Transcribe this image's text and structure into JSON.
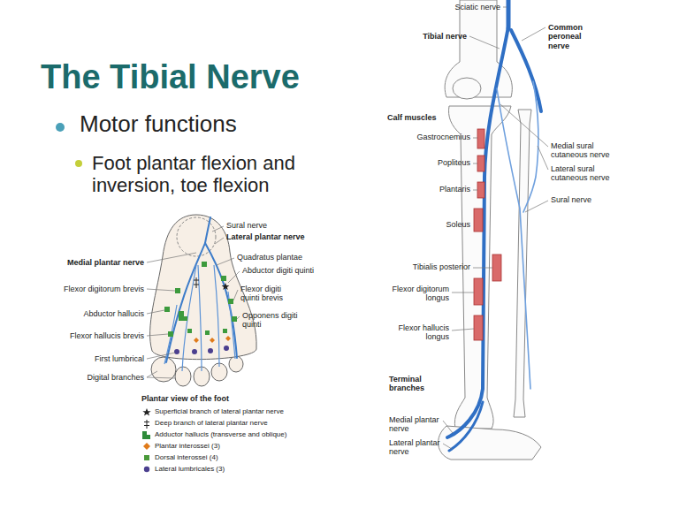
{
  "diagram": {
    "title": "The Tibial Nerve",
    "labels": [
      "Motor functions",
      "Foot plantar flexion and inversion, toe flexion",
      "Sural nerve",
      "Lateral plantar nerve",
      "Medial plantar nerve",
      "Quadratus plantae",
      "Abductor digiti quinti",
      "Flexor digitorum brevis",
      "Flexor digiti quinti brevis",
      "Abductor hallucis",
      "Opponens digiti quinti",
      "Flexor hallucis brevis",
      "First lumbrical",
      "Digital branches",
      "Plantar view of the foot",
      "Sciatic nerve",
      "Tibial nerve",
      "Common peroneal nerve",
      "Calf muscles",
      "Gastrocnemius",
      "Medial sural cutaneous nerve",
      "Popliteus",
      "Lateral sural cutaneous nerve",
      "Plantaris",
      "Sural nerve",
      "Soleus",
      "Tibialis posterior",
      "Flexor digitorum longus",
      "Flexor hallucis longus",
      "Terminal branches",
      "Medial plantar nerve",
      "Lateral plantar nerve"
    ],
    "legend": [
      {
        "text": "Superficial branch of lateral plantar nerve"
      },
      {
        "text": "Deep branch of lateral plantar nerve"
      },
      {
        "text": "Adductor hallucis (transverse and oblique)",
        "color": "#2e8b3a"
      },
      {
        "text": "Plantar interossei (3)",
        "color": "#e07b1a"
      },
      {
        "text": "Dorsal interossei (4)",
        "color": "#4a9a3a"
      },
      {
        "text": "Lateral lumbricales (3)",
        "color": "#4b3f8f"
      }
    ]
  }
}
